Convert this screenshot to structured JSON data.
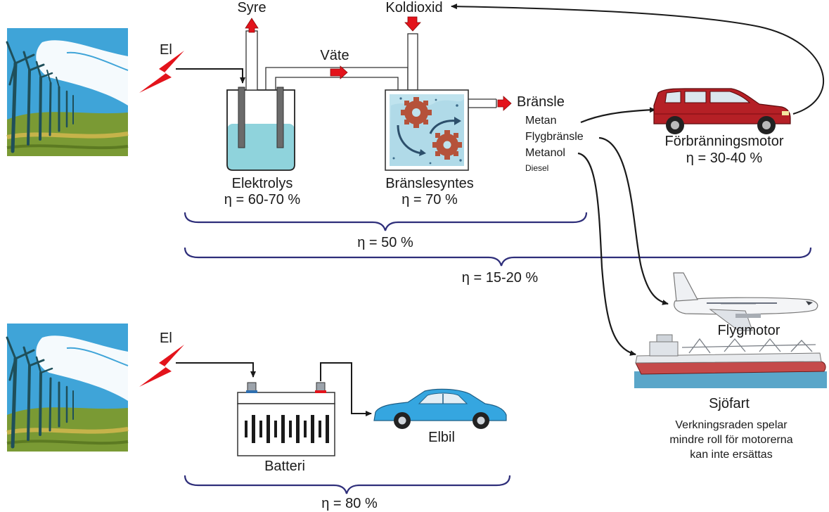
{
  "colors": {
    "brace": "#2e2e7a",
    "arrow_red": "#e3131b",
    "lightning": "#e3131b",
    "electrolyte": "#8fd3dc",
    "synthesis_bg": "#bfe3ee",
    "gear": "#b5523a",
    "car_red": "#b52026",
    "car_blue": "#35a6e0",
    "sea": "#5aa6c9",
    "sky": "#3fa4d8",
    "grass": "#7a9a34"
  },
  "icons": [
    "wind-turbines-icon",
    "lightning-icon",
    "red-car-icon",
    "airplane-icon",
    "ship-icon",
    "blue-car-icon",
    "gear-icon",
    "battery-icon"
  ],
  "labels": {
    "el_top": "El",
    "el_bottom": "El",
    "syre": "Syre",
    "koldioxid": "Koldioxid",
    "vate": "Väte",
    "bransle": "Bränsle",
    "fuels": [
      "Metan",
      "Flygbränsle",
      "Metanol"
    ],
    "fuel_small": "Diesel",
    "elektrolys": "Elektrolys",
    "elektrolys_eta": "η = 60-70 %",
    "branslesyntes": "Bränslesyntes",
    "branslesyntes_eta": "η = 70 %",
    "eta_50": "η = 50 %",
    "eta_15_20": "η = 15-20 %",
    "forbranningsmotor": "Förbränningsmotor",
    "forbranningsmotor_eta": "η = 30-40 %",
    "flygmotor": "Flygmotor",
    "sjofart": "Sjöfart",
    "note_lines": [
      "Verkningsraden spelar",
      "mindre roll för motorerna",
      "kan inte ersättas"
    ],
    "batteri": "Batteri",
    "elbil": "Elbil",
    "eta_80": "η = 80 %"
  }
}
